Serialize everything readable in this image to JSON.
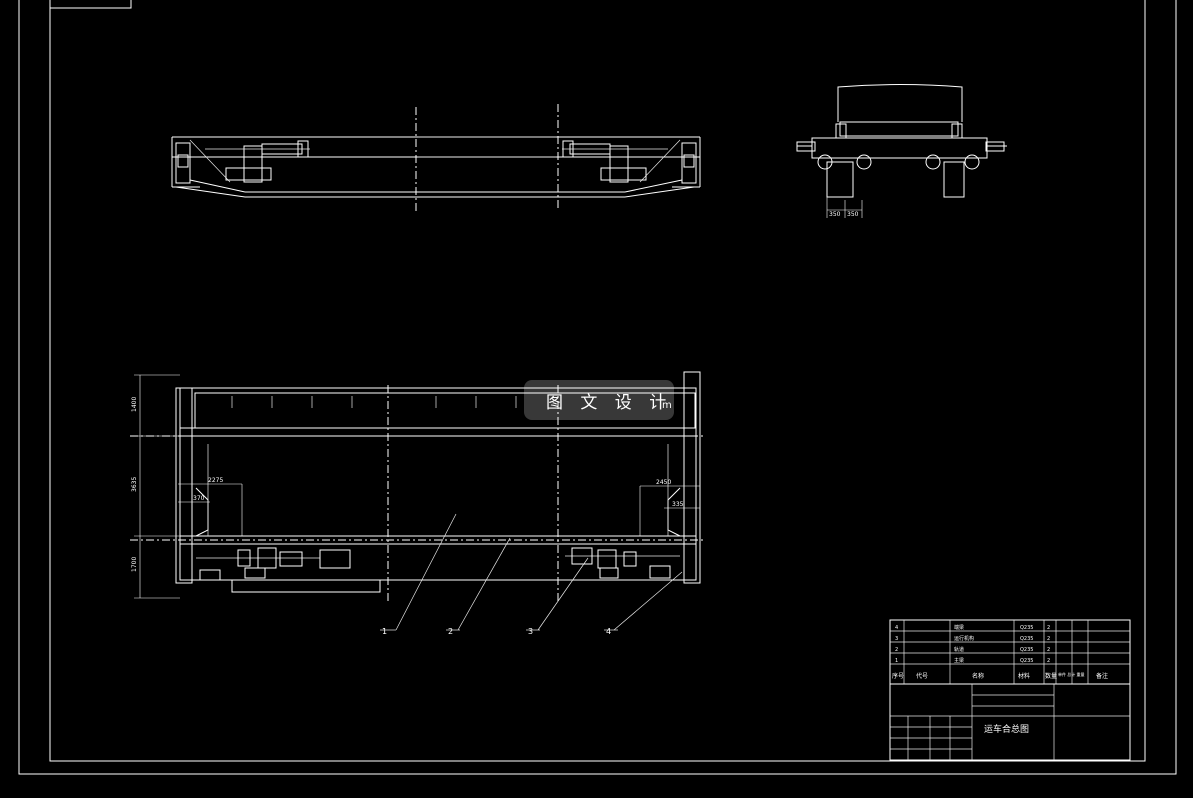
{
  "views": {
    "front_view": "front elevation",
    "side_view": "side elevation",
    "plan_view": "plan view"
  },
  "side_view_dimensions": [
    "350",
    "350"
  ],
  "plan_dimensions": {
    "left_vertical": [
      "1400",
      "3635",
      "1700"
    ],
    "left_horizontal_1": "2275",
    "left_horizontal_2": "370",
    "right_horizontal_1": "2450",
    "right_horizontal_2": "335"
  },
  "callouts": [
    "1",
    "2",
    "3",
    "4"
  ],
  "watermark": "图 文 设 计",
  "watermark_tail": "m",
  "title_block": {
    "drawing_title": "运车合总图",
    "parts": [
      {
        "no": "4",
        "name": "端梁",
        "material": "Q235",
        "qty": "2"
      },
      {
        "no": "3",
        "name": "运行机构",
        "material": "Q235",
        "qty": "2"
      },
      {
        "no": "2",
        "name": "轨道",
        "material": "Q235",
        "qty": "2"
      },
      {
        "no": "1",
        "name": "主梁",
        "material": "Q235",
        "qty": "2"
      }
    ],
    "header": [
      "序号",
      "代号",
      "名称",
      "材料",
      "数量",
      "单件 总计 重量",
      "备注"
    ]
  },
  "colors": {
    "background": "#000000",
    "lines": "#ffffff"
  }
}
